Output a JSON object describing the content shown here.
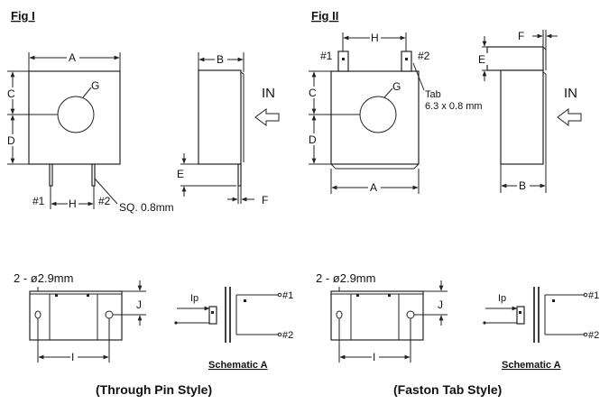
{
  "fig1": {
    "title": "Fig I",
    "dim_a": "A",
    "dim_c": "C",
    "dim_d": "D",
    "dim_g": "G",
    "dim_h": "H",
    "dim_b": "B",
    "dim_e": "E",
    "dim_f": "F",
    "pin1": "#1",
    "pin2": "#2",
    "pin_size": "SQ. 0.8mm",
    "direction": "IN"
  },
  "fig2": {
    "title": "Fig II",
    "dim_a": "A",
    "dim_c": "C",
    "dim_d": "D",
    "dim_g": "G",
    "dim_h": "H",
    "dim_b": "B",
    "dim_e": "E",
    "dim_f": "F",
    "pin1": "#1",
    "pin2": "#2",
    "tab_label": "Tab",
    "tab_size": "6.3 x 0.8 mm",
    "direction": "IN"
  },
  "bottom_left": {
    "holes": "2 - ø2.9mm",
    "dim_j": "J",
    "dim_i": "I",
    "ip": "Ip",
    "pin1": "#1",
    "pin2": "#2",
    "schematic": "Schematic A",
    "caption": "(Through Pin Style)"
  },
  "bottom_right": {
    "holes": "2 - ø2.9mm",
    "dim_j": "J",
    "dim_i": "I",
    "ip": "Ip",
    "pin1": "#1",
    "pin2": "#2",
    "schematic": "Schematic A",
    "caption": "(Faston Tab Style)"
  }
}
